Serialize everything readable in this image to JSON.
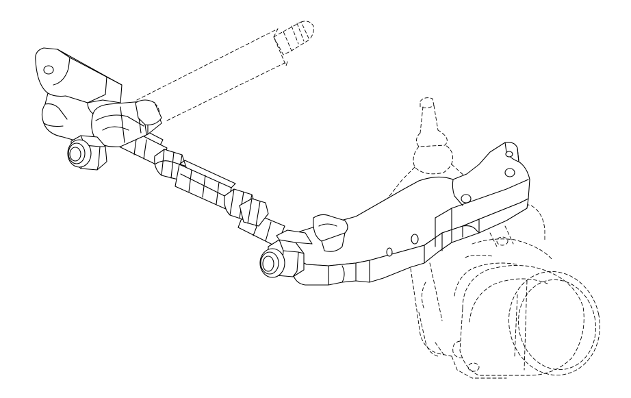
{
  "drawing": {
    "kind": "technical-line-drawing",
    "style": "isometric",
    "colors": {
      "background": "#ffffff",
      "line": "#000000"
    },
    "parts": [
      {
        "name": "left-mounting-bracket",
        "style": "solid"
      },
      {
        "name": "left-lock-nut",
        "style": "solid"
      },
      {
        "name": "adjustable-link-rod",
        "style": "solid"
      },
      {
        "name": "turnbuckle-hex-sleeve",
        "style": "solid"
      },
      {
        "name": "jam-nut-left",
        "style": "solid"
      },
      {
        "name": "jam-nut-right",
        "style": "solid"
      },
      {
        "name": "right-mounting-bracket",
        "style": "solid"
      },
      {
        "name": "right-lock-nut",
        "style": "solid"
      },
      {
        "name": "phantom-steering-shaft",
        "style": "dashed"
      },
      {
        "name": "phantom-ball-joint",
        "style": "dashed"
      },
      {
        "name": "phantom-knuckle-and-hub",
        "style": "dashed"
      }
    ]
  }
}
